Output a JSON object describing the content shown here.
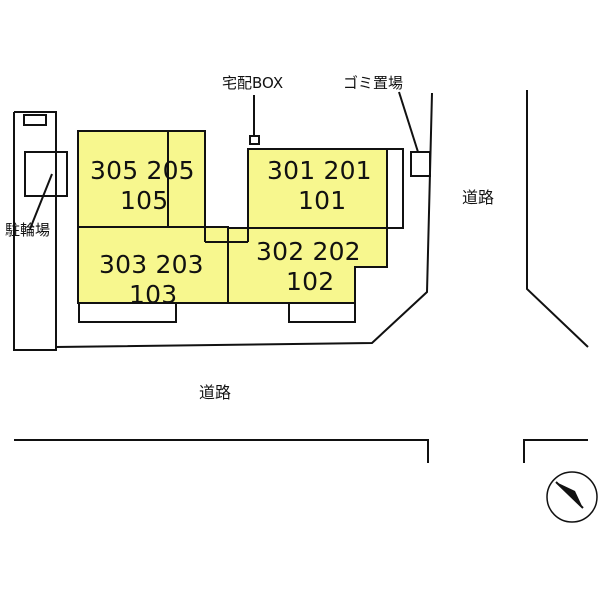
{
  "labels": {
    "delivery_box": "宅配BOX",
    "garbage_area": "ゴミ置場",
    "bicycle_parking": "駐輪場",
    "road_right": "道路",
    "road_bottom": "道路"
  },
  "units": {
    "top_left_row1": "305 205",
    "top_left_row2": "105",
    "bottom_left_row1": "303 203",
    "bottom_left_row2": "103",
    "top_right_row1": "301 201",
    "top_right_row2": "101",
    "bottom_right_row1": "302 202",
    "bottom_right_row2": "102"
  },
  "colors": {
    "unit_fill": "#F7F78E",
    "line": "#111111",
    "background": "#FFFFFF"
  },
  "icons": {
    "compass": "north-arrow-icon"
  }
}
